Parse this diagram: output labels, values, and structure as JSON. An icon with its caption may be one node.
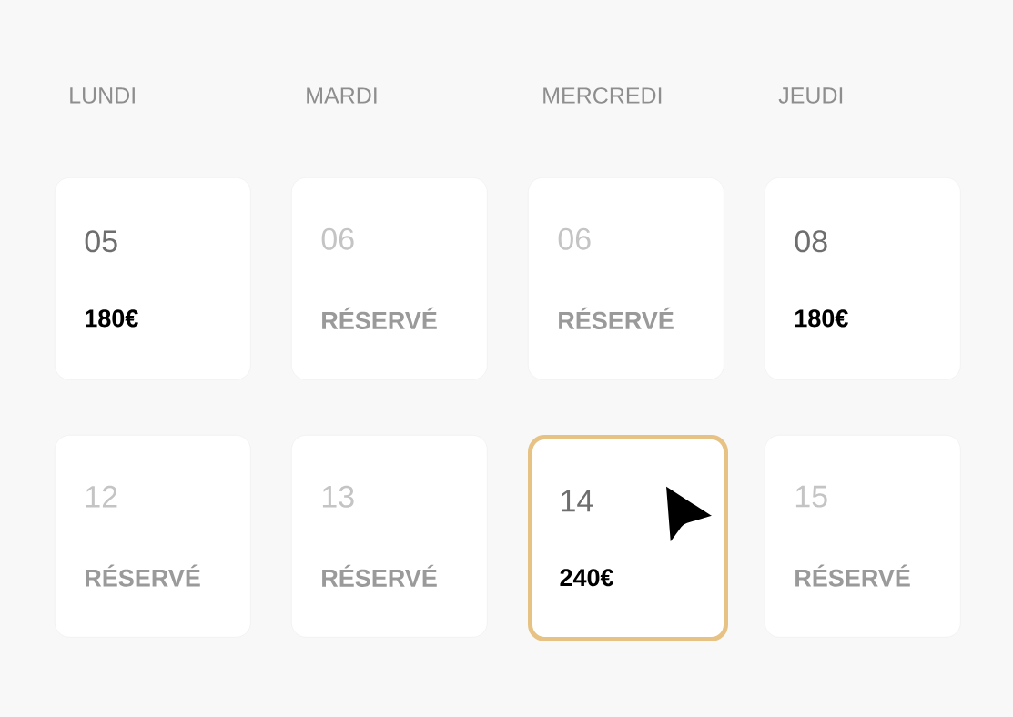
{
  "diagram": {
    "nodes": [
      {
        "text": [
          "05",
          "180€"
        ]
      },
      {
        "text": [
          "06",
          "RÉSERVÉ"
        ]
      },
      {
        "text": [
          "06",
          "RÉSERVÉ"
        ]
      },
      {
        "text": [
          "08",
          "180€"
        ]
      },
      {
        "text": [
          "12",
          "RÉSERVÉ"
        ]
      },
      {
        "text": [
          "13",
          "RÉSERVÉ"
        ]
      },
      {
        "text": [
          "14",
          "240€"
        ]
      },
      {
        "text": [
          "15",
          "RÉSERVÉ"
        ]
      }
    ],
    "labels": [
      "LUNDI",
      "MARDI",
      "MERCREDI",
      "JEUDI"
    ]
  }
}
